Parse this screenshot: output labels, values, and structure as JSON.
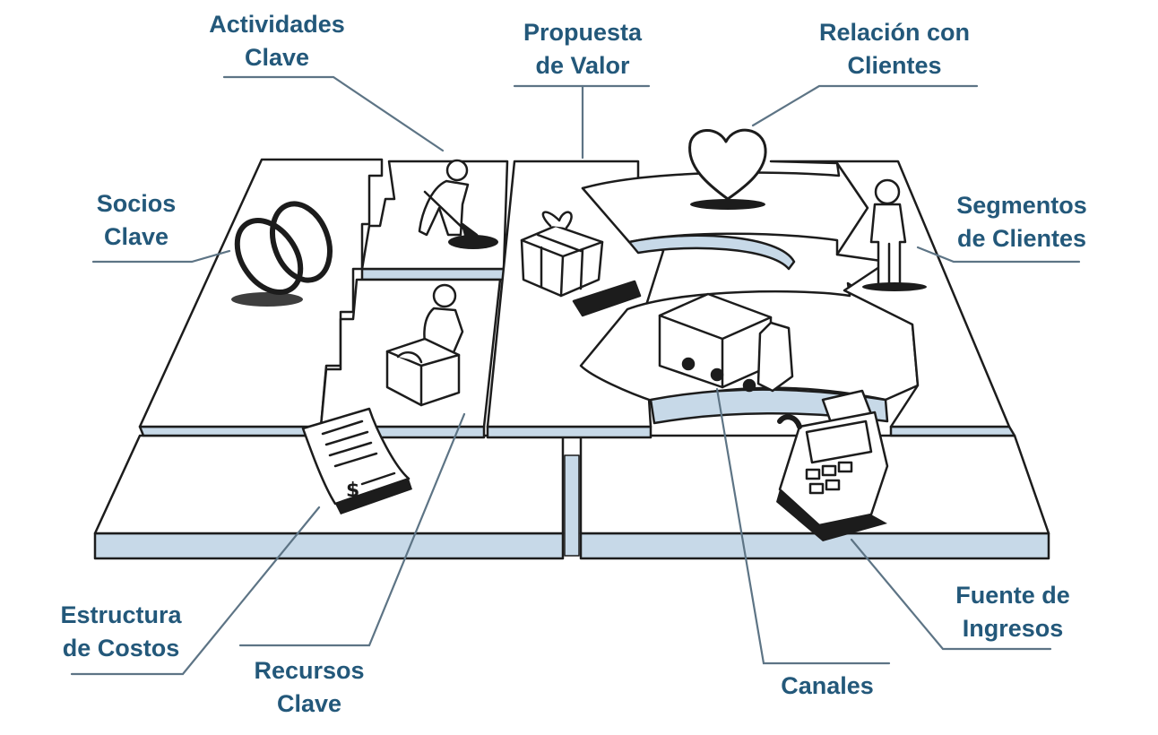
{
  "colors": {
    "label_text": "#23587a",
    "leader_line": "#5d7485",
    "block_fill": "#ffffff",
    "block_side": "#c7d9e8",
    "outline": "#1c1c1c"
  },
  "labels": {
    "socios_clave": {
      "line1": "Socios",
      "line2": "Clave"
    },
    "actividades_clave": {
      "line1": "Actividades",
      "line2": "Clave"
    },
    "recursos_clave": {
      "line1": "Recursos",
      "line2": "Clave"
    },
    "propuesta_valor": {
      "line1": "Propuesta",
      "line2": "de Valor"
    },
    "relacion_clientes": {
      "line1": "Relación con",
      "line2": "Clientes"
    },
    "canales": {
      "line1": "Canales"
    },
    "segmentos_clientes": {
      "line1": "Segmentos",
      "line2": "de Clientes"
    },
    "estructura_costos": {
      "line1": "Estructura",
      "line2": "de Costos"
    },
    "fuente_ingresos": {
      "line1": "Fuente de",
      "line2": "Ingresos"
    }
  },
  "illustrations": [
    "chain-link-icon",
    "person-digging-icon",
    "person-carrying-box-icon",
    "gift-box-icon",
    "heart-icon",
    "standing-person-icon",
    "delivery-truck-icon",
    "invoice-dollar-icon",
    "cash-register-icon"
  ]
}
